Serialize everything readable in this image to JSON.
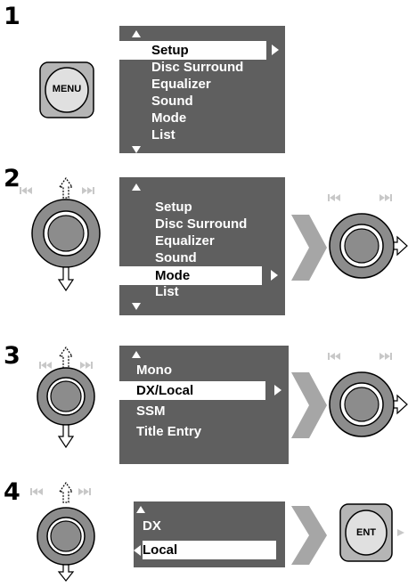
{
  "steps": [
    {
      "number": "1",
      "button": "MENU",
      "items": [
        "Setup",
        "Disc Surround",
        "Equalizer",
        "Sound",
        "Mode",
        "List"
      ],
      "selected": "Setup"
    },
    {
      "number": "2",
      "items": [
        "Setup",
        "Disc Surround",
        "Equalizer",
        "Sound",
        "Mode",
        "List"
      ],
      "selected": "Mode"
    },
    {
      "number": "3",
      "items": [
        "Mono",
        "DX/Local",
        "SSM",
        "Title Entry"
      ],
      "selected": "DX/Local"
    },
    {
      "number": "4",
      "button": "ENT",
      "items": [
        "DX",
        "Local"
      ],
      "selected": "Local"
    }
  ],
  "colors": {
    "panel": "#5f5f5f",
    "highlight": "#ffffff",
    "arrow": "#a6a6a6",
    "knob": "#8c8c8c"
  },
  "icons": [
    "menu-button-icon",
    "control-dial-icon",
    "ent-button-icon",
    "skip-back-icon",
    "skip-forward-icon"
  ]
}
